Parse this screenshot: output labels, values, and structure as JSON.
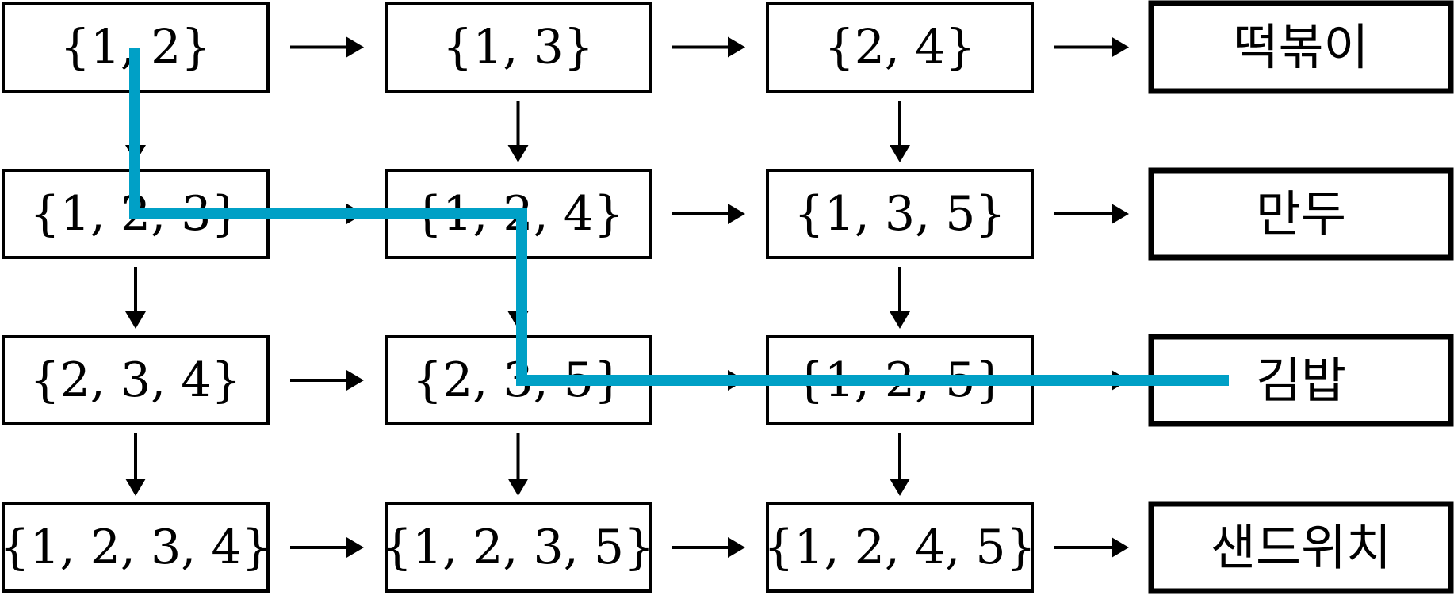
{
  "grid": [
    [
      "{1, 2}",
      "{1, 3}",
      "{2, 4}",
      "떡볶이"
    ],
    [
      "{1, 2, 3}",
      "{1, 2, 4}",
      "{1, 3, 5}",
      "만두"
    ],
    [
      "{2, 3, 4}",
      "{2, 3, 5}",
      "{1, 2, 5}",
      "김밥"
    ],
    [
      "{1, 2, 3, 4}",
      "{1, 2, 3, 5}",
      "{1, 2, 4, 5}",
      "샌드위치"
    ]
  ],
  "colors": {
    "path": "#00a0c6",
    "ink": "#000000"
  },
  "highlight_path": [
    "{1, 2}",
    "{1, 2, 3}",
    "{1, 2, 4}",
    "{2, 3, 5}",
    "{1, 2, 5}",
    "김밥"
  ]
}
